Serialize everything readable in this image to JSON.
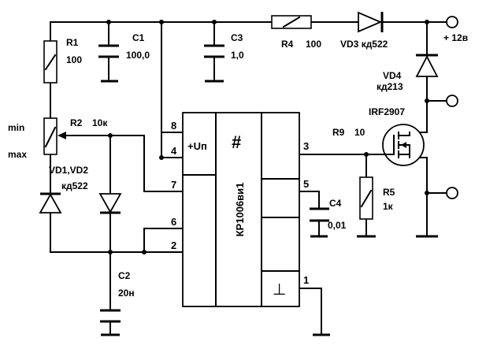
{
  "components": {
    "r1": {
      "ref": "R1",
      "value": "100"
    },
    "c1": {
      "ref": "C1",
      "value": "100,0"
    },
    "c3": {
      "ref": "C3",
      "value": "1,0"
    },
    "r4": {
      "ref": "R4",
      "value": "100"
    },
    "vd3": {
      "ref": "VD3",
      "value": "кд522"
    },
    "vd4": {
      "ref": "VD4",
      "value": "кд213"
    },
    "q1": {
      "type": "IRF2907"
    },
    "r9": {
      "ref": "R9",
      "value": "10"
    },
    "r5": {
      "ref": "R5",
      "value": "1к"
    },
    "c4": {
      "ref": "C4",
      "value": "0,01"
    },
    "r2": {
      "ref": "R2",
      "value": "10к",
      "min_label": "min",
      "max_label": "max"
    },
    "vd1_vd2": {
      "ref": "VD1,VD2",
      "value": "кд522"
    },
    "c2": {
      "ref": "C2",
      "value": "20н"
    },
    "ic": {
      "name": "КР1006ви1",
      "supply_label": "+Uп",
      "hash": "#",
      "ground_symbol": "⊥"
    }
  },
  "power": {
    "label": "+ 12в"
  },
  "pins": {
    "p8": "8",
    "p4": "4",
    "p7": "7",
    "p6": "6",
    "p2": "2",
    "p3": "3",
    "p5": "5",
    "p1": "1"
  }
}
